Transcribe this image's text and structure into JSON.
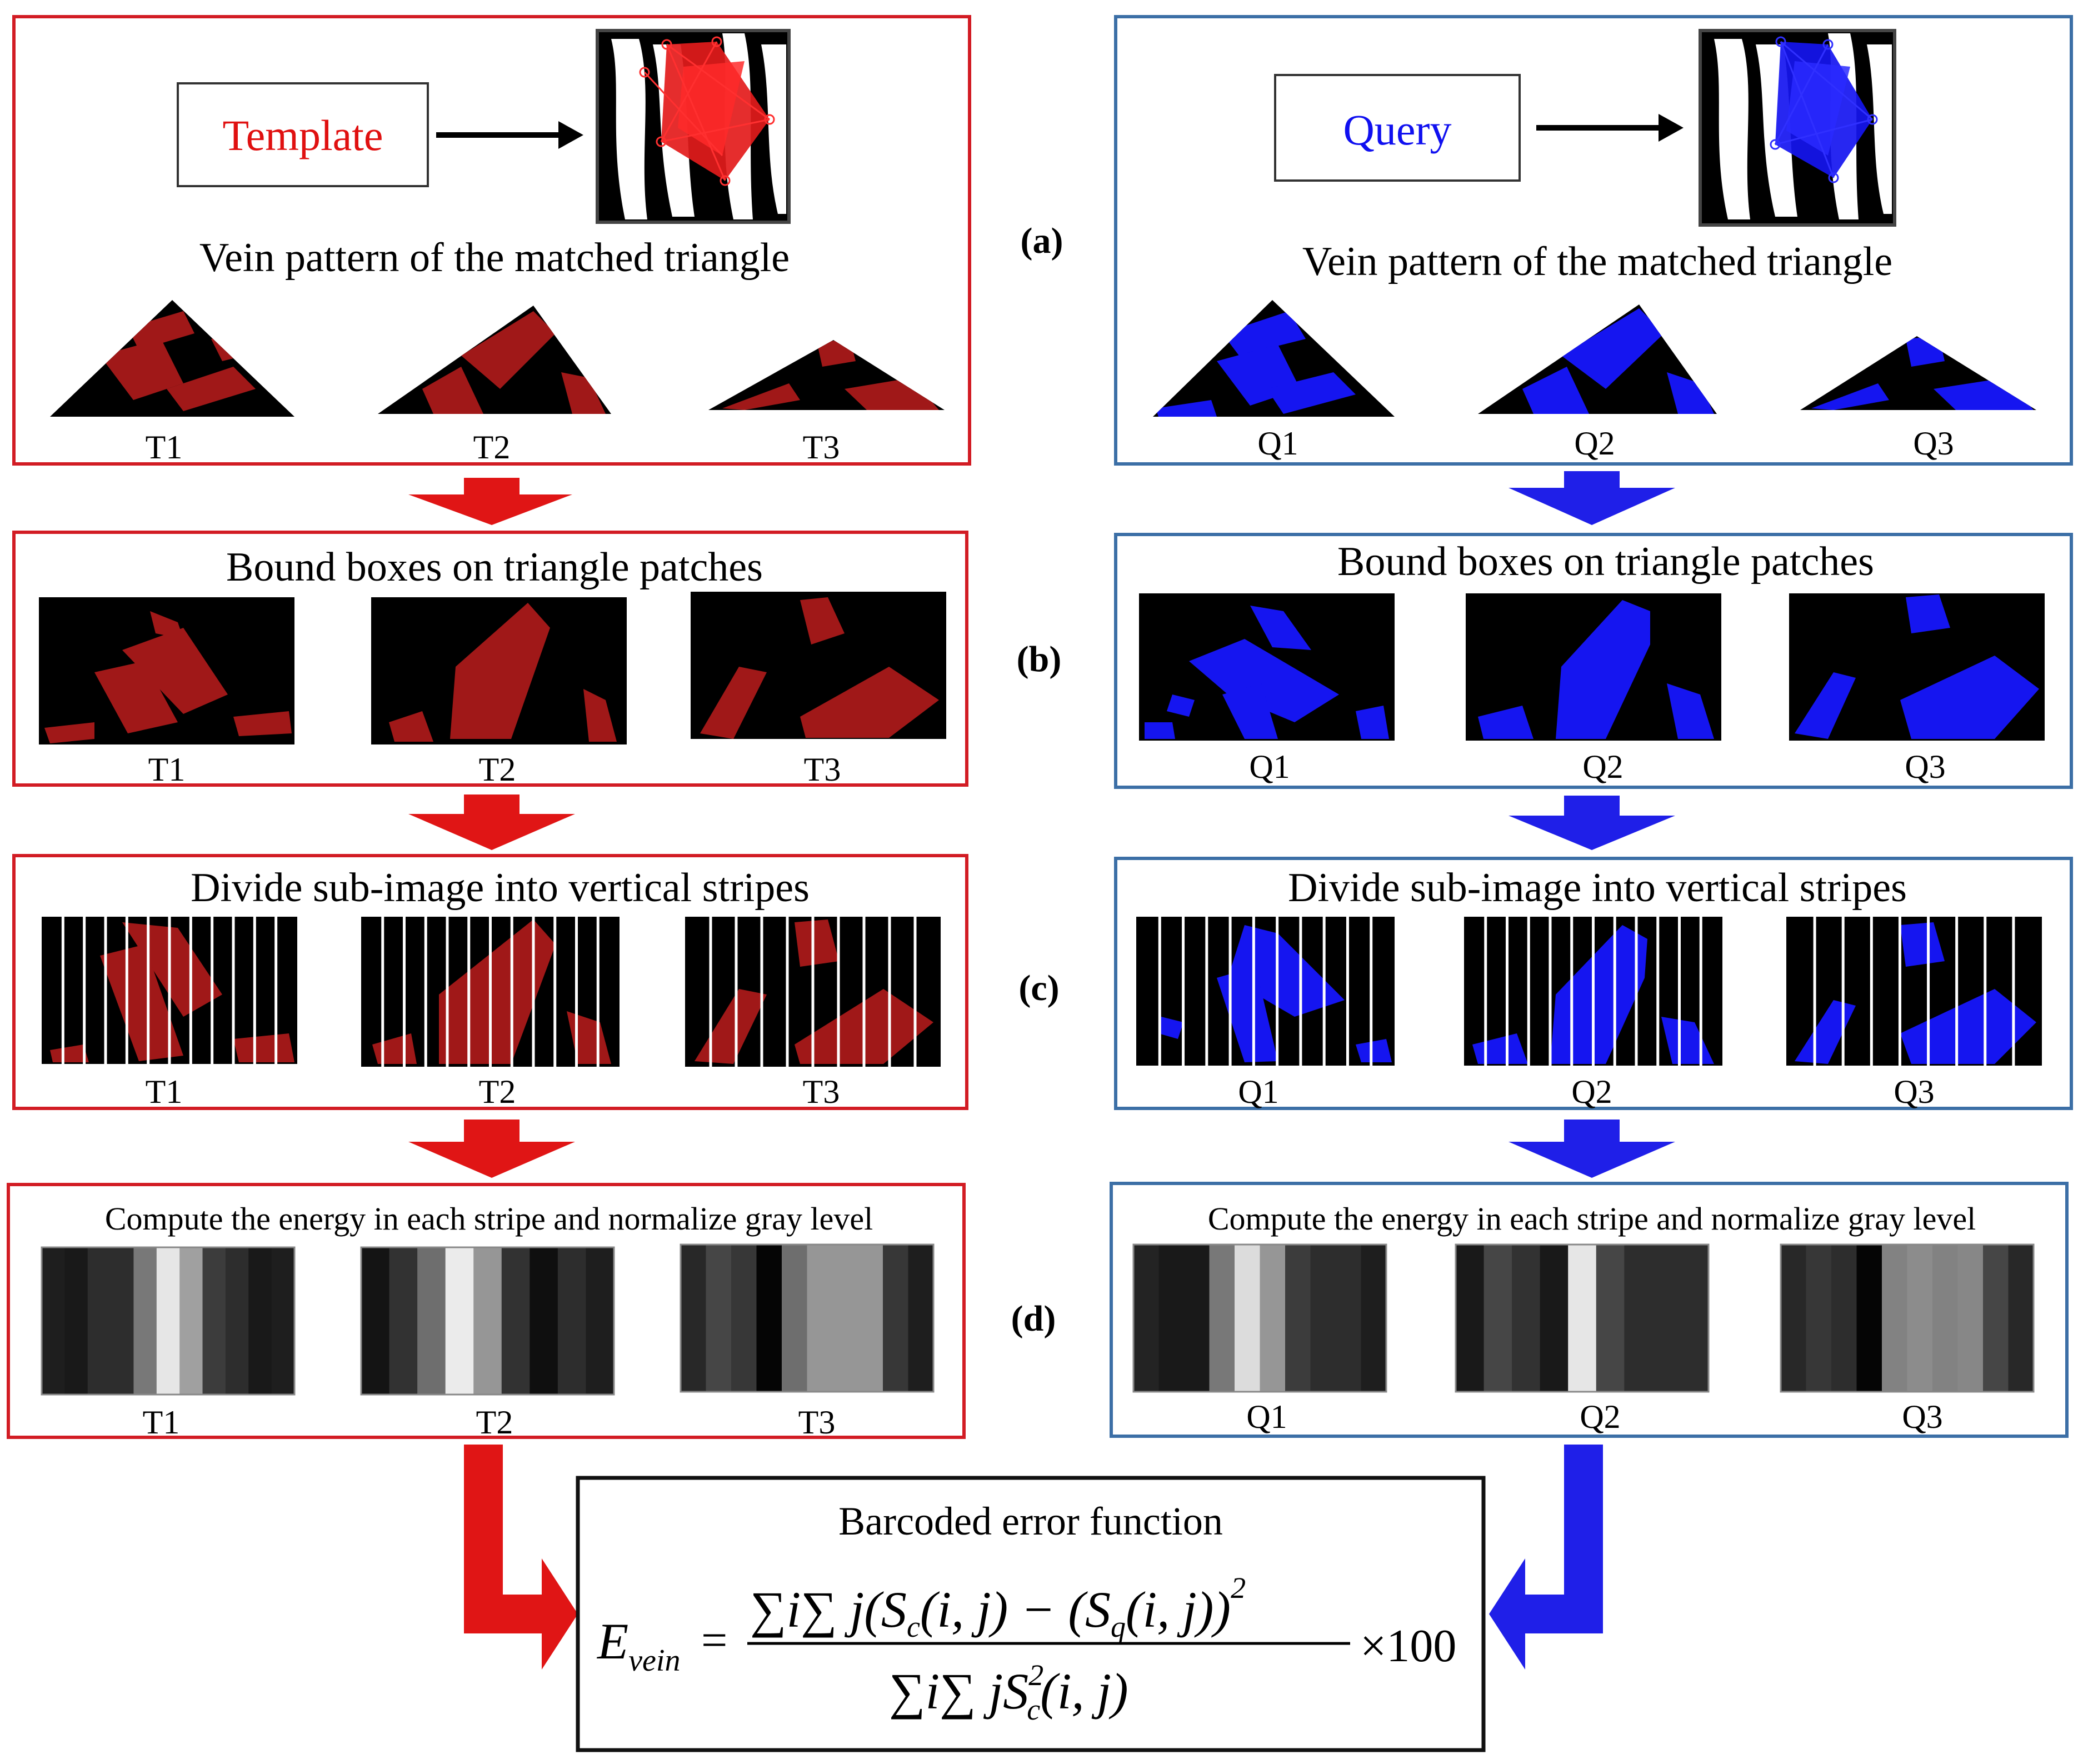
{
  "colors": {
    "template": "#e01010",
    "query": "#1010f0",
    "frame_red": "#d21c24",
    "frame_blue": "#3c6fa6",
    "arrow_red": "#e01515",
    "arrow_blue": "#1f1fe8",
    "vein_red": "#a01818",
    "vein_blue": "#1515f0"
  },
  "step_labels": [
    "(a)",
    "(b)",
    "(c)",
    "(d)"
  ],
  "template": {
    "box_label": "Template",
    "step_a_title": "Vein pattern of the matched triangle",
    "step_b_title": "Bound boxes on triangle patches",
    "step_c_title": "Divide sub-image into vertical stripes",
    "step_d_title": "Compute the energy in each stripe and normalize gray level",
    "patch_labels": [
      "T1",
      "T2",
      "T3"
    ]
  },
  "query": {
    "box_label": "Query",
    "step_a_title": "Vein pattern of the matched triangle",
    "step_b_title": "Bound boxes on triangle patches",
    "step_c_title": "Divide sub-image into vertical stripes",
    "step_d_title": "Compute the energy in each stripe and normalize gray level",
    "patch_labels": [
      "Q1",
      "Q2",
      "Q3"
    ]
  },
  "barcodes": {
    "T1": [
      30,
      25,
      45,
      45,
      120,
      230,
      160,
      60,
      45,
      25,
      30
    ],
    "T2": [
      20,
      50,
      110,
      235,
      150,
      50,
      15,
      45,
      30
    ],
    "T3": [
      40,
      70,
      55,
      5,
      110,
      150,
      150,
      150,
      55,
      30
    ],
    "Q1": [
      35,
      25,
      25,
      120,
      220,
      150,
      60,
      45,
      45,
      30
    ],
    "Q2": [
      25,
      70,
      50,
      25,
      230,
      70,
      45,
      45,
      45
    ],
    "Q3": [
      40,
      55,
      45,
      5,
      130,
      140,
      130,
      135,
      70,
      40
    ]
  },
  "error_function": {
    "title": "Barcoded error function",
    "lhs_symbol": "E",
    "lhs_subscript": "vein",
    "equals": "=",
    "numerator": "∑i∑ j(S",
    "num_sub_c": "c",
    "num_mid": "(i, j) − (S",
    "num_sub_q": "q",
    "num_end": "(i, j))",
    "num_sup": "2",
    "denominator": "∑i∑ jS",
    "den_sup": "2",
    "den_sub": "c",
    "den_end": "(i, j)",
    "multiplier": "×100"
  }
}
